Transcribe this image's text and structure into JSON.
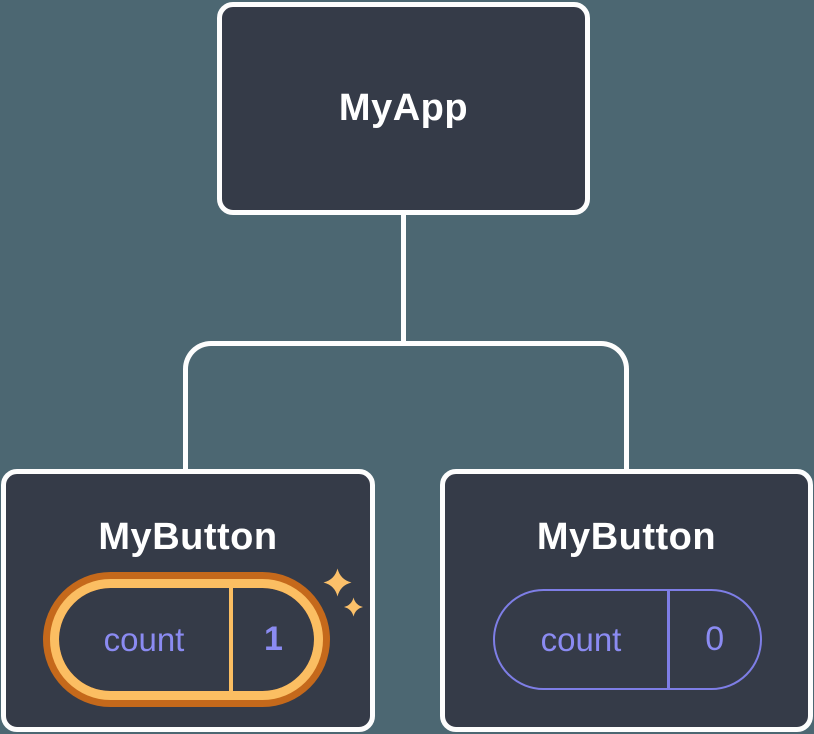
{
  "diagram": {
    "root": {
      "title": "MyApp"
    },
    "children": [
      {
        "title": "MyButton",
        "state": {
          "label": "count",
          "value": "1"
        },
        "highlighted": true,
        "icon": "sparkles-icon"
      },
      {
        "title": "MyButton",
        "state": {
          "label": "count",
          "value": "0"
        },
        "highlighted": false
      }
    ]
  },
  "colors": {
    "bg": "#4C6772",
    "node": "#353B48",
    "line": "#FDFDFD",
    "purple": "#8B8BF2",
    "purpleBorder": "#7E7EE6",
    "orangeOuter": "#C5691B",
    "orangeInner": "#FBBE62",
    "sparkle": "#FBC06A"
  }
}
